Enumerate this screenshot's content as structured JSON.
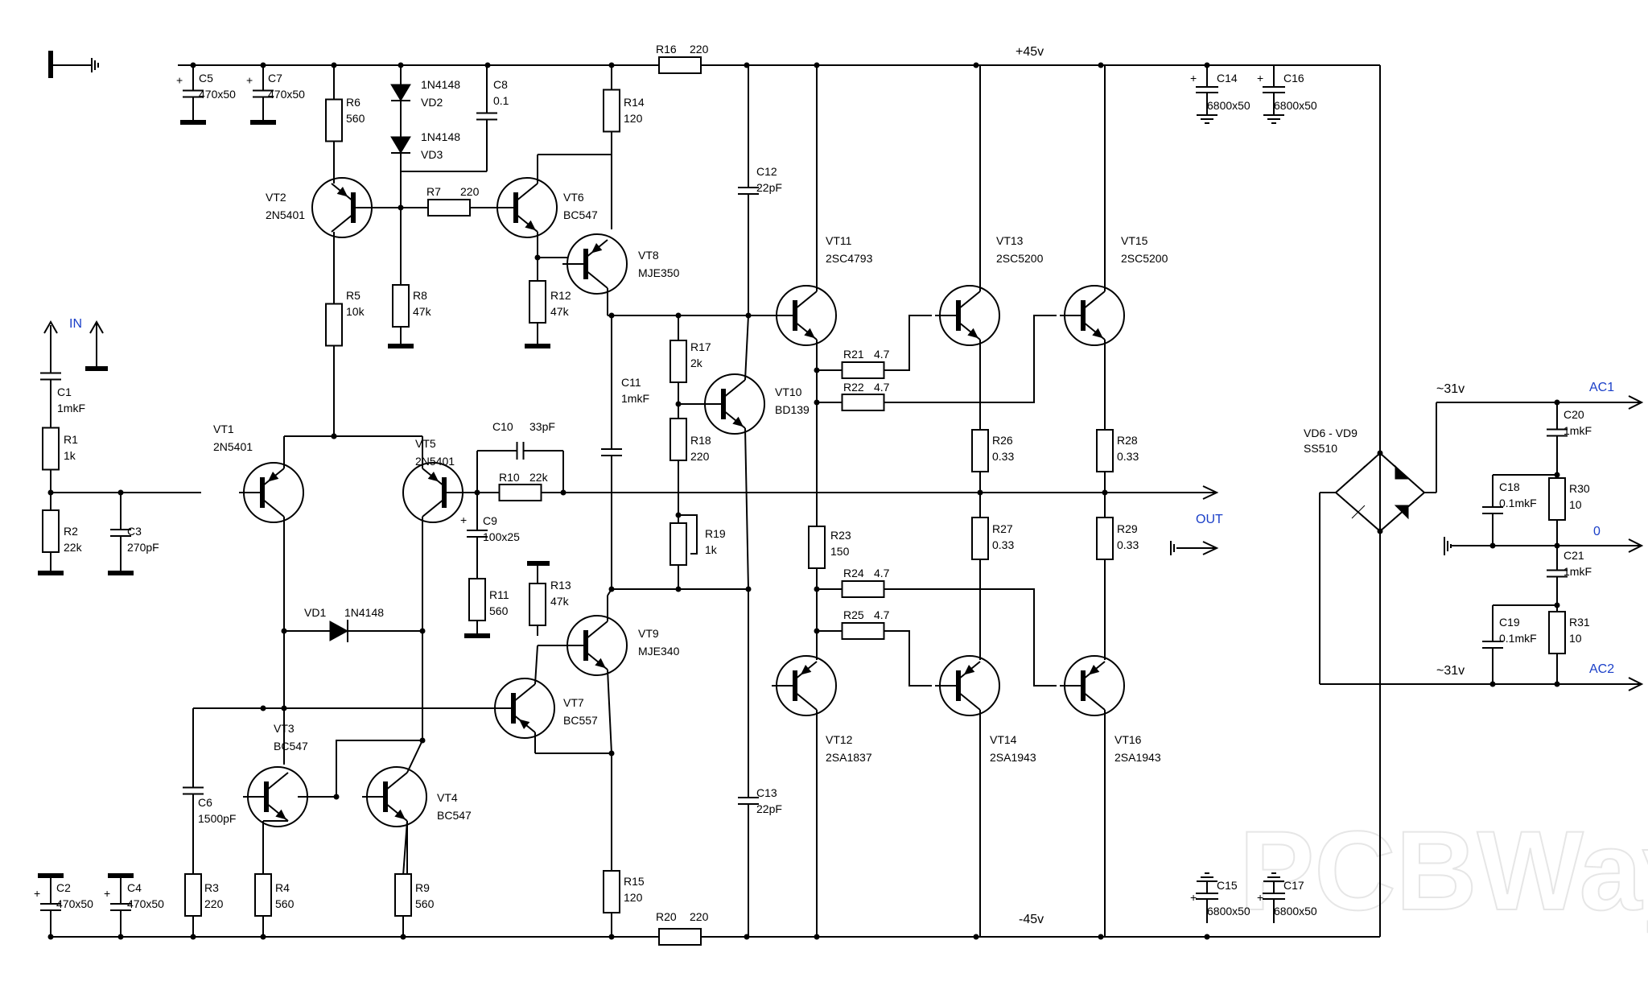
{
  "rails": {
    "pos": "+45v",
    "neg": "-45v"
  },
  "io": {
    "in": "IN",
    "out": "OUT",
    "ac1": "AC1",
    "ac2": "AC2",
    "zero": "0",
    "ac_top_v": "~31v",
    "ac_bot_v": "~31v"
  },
  "bridge": {
    "name": "VD6 - VD9",
    "part": "SS510"
  },
  "watermark": "PCBWay",
  "resistors": [
    {
      "ref": "R1",
      "val": "1k"
    },
    {
      "ref": "R2",
      "val": "22k"
    },
    {
      "ref": "R3",
      "val": "220"
    },
    {
      "ref": "R4",
      "val": "560"
    },
    {
      "ref": "R5",
      "val": "10k"
    },
    {
      "ref": "R6",
      "val": "560"
    },
    {
      "ref": "R7",
      "val": "220"
    },
    {
      "ref": "R8",
      "val": "47k"
    },
    {
      "ref": "R9",
      "val": "560"
    },
    {
      "ref": "R10",
      "val": "22k"
    },
    {
      "ref": "R11",
      "val": "560"
    },
    {
      "ref": "R12",
      "val": "47k"
    },
    {
      "ref": "R13",
      "val": "47k"
    },
    {
      "ref": "R14",
      "val": "120"
    },
    {
      "ref": "R15",
      "val": "120"
    },
    {
      "ref": "R16",
      "val": "220"
    },
    {
      "ref": "R17",
      "val": "2k"
    },
    {
      "ref": "R18",
      "val": "220"
    },
    {
      "ref": "R19",
      "val": "1k"
    },
    {
      "ref": "R20",
      "val": "220"
    },
    {
      "ref": "R21",
      "val": "4.7"
    },
    {
      "ref": "R22",
      "val": "4.7"
    },
    {
      "ref": "R23",
      "val": "150"
    },
    {
      "ref": "R24",
      "val": "4.7"
    },
    {
      "ref": "R25",
      "val": "4.7"
    },
    {
      "ref": "R26",
      "val": "0.33"
    },
    {
      "ref": "R27",
      "val": "0.33"
    },
    {
      "ref": "R28",
      "val": "0.33"
    },
    {
      "ref": "R29",
      "val": "0.33"
    },
    {
      "ref": "R30",
      "val": "10"
    },
    {
      "ref": "R31",
      "val": "10"
    }
  ],
  "capacitors": [
    {
      "ref": "C1",
      "val": "1mkF"
    },
    {
      "ref": "C2",
      "val": "470x50"
    },
    {
      "ref": "C3",
      "val": "270pF"
    },
    {
      "ref": "C4",
      "val": "470x50"
    },
    {
      "ref": "C5",
      "val": "470x50"
    },
    {
      "ref": "C6",
      "val": "1500pF"
    },
    {
      "ref": "C7",
      "val": "470x50"
    },
    {
      "ref": "C8",
      "val": "0.1"
    },
    {
      "ref": "C9",
      "val": "100x25"
    },
    {
      "ref": "C10",
      "val": "33pF"
    },
    {
      "ref": "C11",
      "val": "1mkF"
    },
    {
      "ref": "C12",
      "val": "22pF"
    },
    {
      "ref": "C13",
      "val": "22pF"
    },
    {
      "ref": "C14",
      "val": "6800x50"
    },
    {
      "ref": "C15",
      "val": "6800x50"
    },
    {
      "ref": "C16",
      "val": "6800x50"
    },
    {
      "ref": "C17",
      "val": "6800x50"
    },
    {
      "ref": "C18",
      "val": "0.1mkF"
    },
    {
      "ref": "C19",
      "val": "0.1mkF"
    },
    {
      "ref": "C20",
      "val": "1mkF"
    },
    {
      "ref": "C21",
      "val": "1mkF"
    }
  ],
  "transistors": [
    {
      "ref": "VT1",
      "part": "2N5401"
    },
    {
      "ref": "VT2",
      "part": "2N5401"
    },
    {
      "ref": "VT3",
      "part": "BC547"
    },
    {
      "ref": "VT4",
      "part": "BC547"
    },
    {
      "ref": "VT5",
      "part": "2N5401"
    },
    {
      "ref": "VT6",
      "part": "BC547"
    },
    {
      "ref": "VT7",
      "part": "BC557"
    },
    {
      "ref": "VT8",
      "part": "MJE350"
    },
    {
      "ref": "VT9",
      "part": "MJE340"
    },
    {
      "ref": "VT10",
      "part": "BD139"
    },
    {
      "ref": "VT11",
      "part": "2SC4793"
    },
    {
      "ref": "VT12",
      "part": "2SA1837"
    },
    {
      "ref": "VT13",
      "part": "2SC5200"
    },
    {
      "ref": "VT14",
      "part": "2SA1943"
    },
    {
      "ref": "VT15",
      "part": "2SC5200"
    },
    {
      "ref": "VT16",
      "part": "2SA1943"
    }
  ],
  "diodes": [
    {
      "ref": "VD1",
      "part": "1N4148"
    },
    {
      "ref": "VD2",
      "part": "1N4148"
    },
    {
      "ref": "VD3",
      "part": "1N4148"
    }
  ]
}
